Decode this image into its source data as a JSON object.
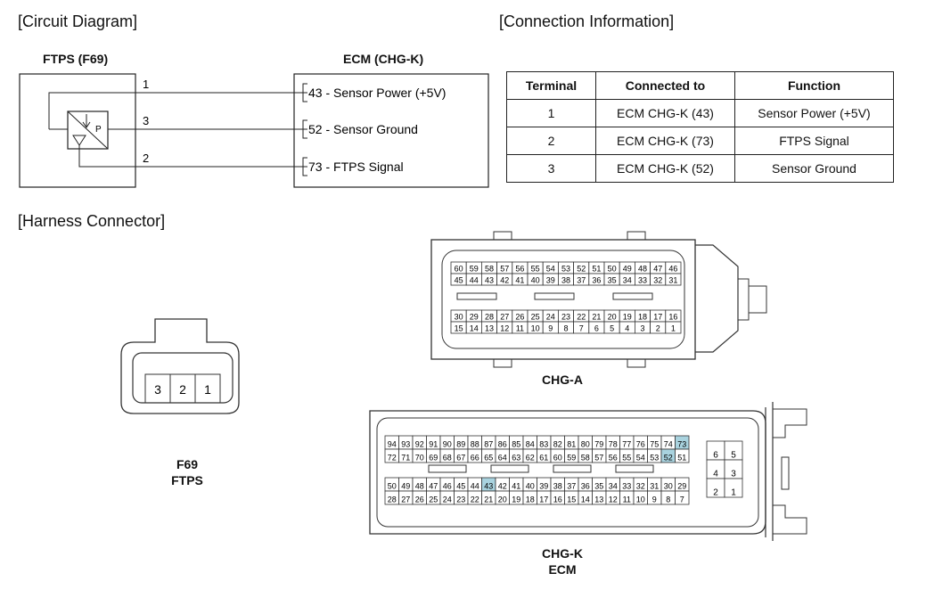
{
  "sections": {
    "circuit": "[Circuit Diagram]",
    "connection": "[Connection Information]",
    "harness": "[Harness Connector]"
  },
  "circuit": {
    "left_label": "FTPS (F69)",
    "right_label": "ECM (CHG-K)",
    "sensor_symbol": "P",
    "left_pins": [
      "1",
      "3",
      "2"
    ],
    "right_pins": [
      "43 - Sensor Power (+5V)",
      "52 - Sensor Ground",
      "73 - FTPS Signal"
    ]
  },
  "table": {
    "headers": [
      "Terminal",
      "Connected to",
      "Function"
    ],
    "rows": [
      [
        "1",
        "ECM CHG-K (43)",
        "Sensor Power (+5V)"
      ],
      [
        "2",
        "ECM CHG-K (73)",
        "FTPS Signal"
      ],
      [
        "3",
        "ECM CHG-K (52)",
        "Sensor Ground"
      ]
    ]
  },
  "ftps_connector": {
    "pins": [
      "3",
      "2",
      "1"
    ],
    "label_line1": "F69",
    "label_line2": "FTPS"
  },
  "chg_a": {
    "label": "CHG-A",
    "rows": [
      [
        "60",
        "59",
        "58",
        "57",
        "56",
        "55",
        "54",
        "53",
        "52",
        "51",
        "50",
        "49",
        "48",
        "47",
        "46"
      ],
      [
        "45",
        "44",
        "43",
        "42",
        "41",
        "40",
        "39",
        "38",
        "37",
        "36",
        "35",
        "34",
        "33",
        "32",
        "31"
      ],
      [
        "30",
        "29",
        "28",
        "27",
        "26",
        "25",
        "24",
        "23",
        "22",
        "21",
        "20",
        "19",
        "18",
        "17",
        "16"
      ],
      [
        "15",
        "14",
        "13",
        "12",
        "11",
        "10",
        "9",
        "8",
        "7",
        "6",
        "5",
        "4",
        "3",
        "2",
        "1"
      ]
    ]
  },
  "chg_k": {
    "label_line1": "CHG-K",
    "label_line2": "ECM",
    "highlight_color": "#a9d3df",
    "highlighted": [
      "73",
      "52",
      "43"
    ],
    "rows": [
      [
        "94",
        "93",
        "92",
        "91",
        "90",
        "89",
        "88",
        "87",
        "86",
        "85",
        "84",
        "83",
        "82",
        "81",
        "80",
        "79",
        "78",
        "77",
        "76",
        "75",
        "74",
        "73"
      ],
      [
        "72",
        "71",
        "70",
        "69",
        "68",
        "67",
        "66",
        "65",
        "64",
        "63",
        "62",
        "61",
        "60",
        "59",
        "58",
        "57",
        "56",
        "55",
        "54",
        "53",
        "52",
        "51"
      ],
      [
        "50",
        "49",
        "48",
        "47",
        "46",
        "45",
        "44",
        "43",
        "42",
        "41",
        "40",
        "39",
        "38",
        "37",
        "36",
        "35",
        "34",
        "33",
        "32",
        "31",
        "30",
        "29"
      ],
      [
        "28",
        "27",
        "26",
        "25",
        "24",
        "23",
        "22",
        "21",
        "20",
        "19",
        "18",
        "17",
        "16",
        "15",
        "14",
        "13",
        "12",
        "11",
        "10",
        "9",
        "8",
        "7"
      ]
    ],
    "side_block": [
      [
        "6",
        "5"
      ],
      [
        "4",
        "3"
      ],
      [
        "2",
        "1"
      ]
    ]
  }
}
